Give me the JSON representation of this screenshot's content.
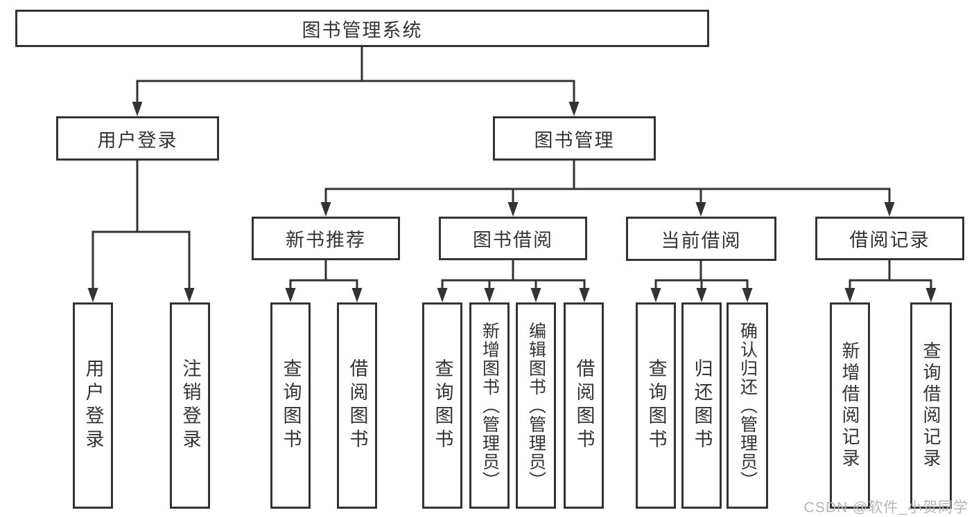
{
  "tree": {
    "root": {
      "label": "图书管理系统",
      "children": [
        {
          "label": "用户登录",
          "children": [
            {
              "label": "用户登录"
            },
            {
              "label": "注销登录"
            }
          ]
        },
        {
          "label": "图书管理",
          "children": [
            {
              "label": "新书推荐",
              "children": [
                {
                  "label": "查询图书"
                },
                {
                  "label": "借阅图书"
                }
              ]
            },
            {
              "label": "图书借阅",
              "children": [
                {
                  "label": "查询图书"
                },
                {
                  "label": "新增图书（管理员）"
                },
                {
                  "label": "编辑图书（管理员）"
                },
                {
                  "label": "借阅图书"
                }
              ]
            },
            {
              "label": "当前借阅",
              "children": [
                {
                  "label": "查询图书"
                },
                {
                  "label": "归还图书"
                },
                {
                  "label": "确认归还（管理员）"
                }
              ]
            },
            {
              "label": "借阅记录",
              "children": [
                {
                  "label": "新增借阅记录"
                },
                {
                  "label": "查询借阅记录"
                }
              ]
            }
          ]
        }
      ]
    }
  },
  "watermark": "CSDN @软件_小贺同学",
  "colors": {
    "line": "#333333",
    "text": "#333333",
    "box_background": "#ffffff",
    "page_background": "#ffffff",
    "watermark": "#b5b5b5"
  }
}
